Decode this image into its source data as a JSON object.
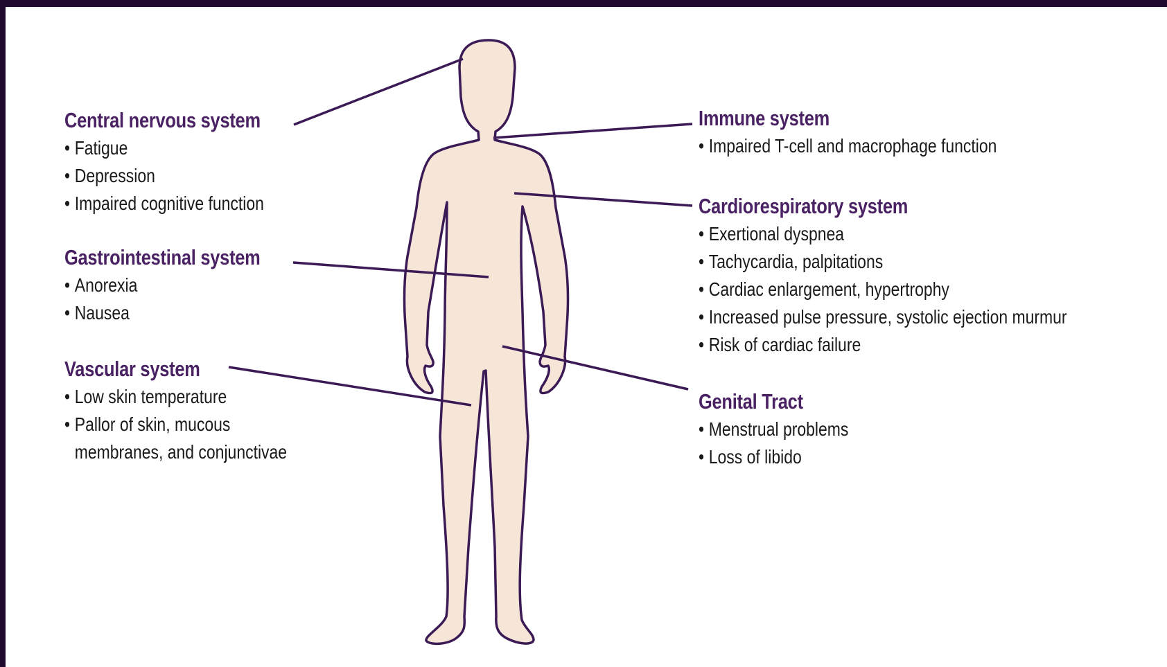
{
  "colors": {
    "frame_border": "#1f0a2e",
    "background": "#ffffff",
    "heading": "#4a2264",
    "outline": "#3b1a55",
    "body_fill": "#f5e6d8",
    "text": "#1a1a1a"
  },
  "systems": {
    "cns": {
      "title": "Central nervous system",
      "items": [
        "Fatigue",
        "Depression",
        "Impaired cognitive function"
      ]
    },
    "gi": {
      "title": "Gastrointestinal system",
      "items": [
        "Anorexia",
        "Nausea"
      ]
    },
    "vascular": {
      "title": "Vascular system",
      "items": [
        "Low skin temperature",
        "Pallor of skin, mucous",
        "membranes, and conjunctivae"
      ]
    },
    "immune": {
      "title": "Immune system",
      "items": [
        "Impaired T-cell and macrophage function"
      ]
    },
    "cardio": {
      "title": "Cardiorespiratory system",
      "items": [
        "Exertional dyspnea",
        "Tachycardia, palpitations",
        "Cardiac enlargement, hypertrophy",
        "Increased pulse pressure, systolic ejection murmur",
        "Risk of cardiac failure"
      ]
    },
    "genital": {
      "title": "Genital Tract",
      "items": [
        "Menstrual problems",
        "Loss of libido"
      ]
    }
  }
}
